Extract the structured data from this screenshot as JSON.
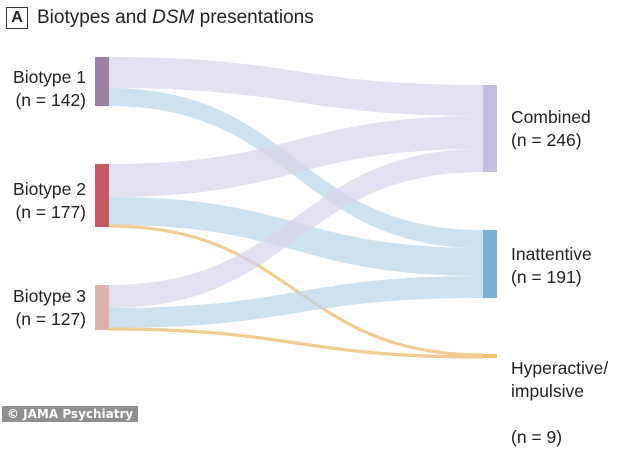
{
  "panel": {
    "letter": "A",
    "title_main": "Biotypes and",
    "title_italic": "DSM",
    "title_rest": "presentations"
  },
  "nodes_left": [
    {
      "id": "b1",
      "name": "Biotype 1",
      "count_label": "(n = 142)",
      "color": "#9a7fa6"
    },
    {
      "id": "b2",
      "name": "Biotype 2",
      "count_label": "(n = 177)",
      "color": "#c65a64"
    },
    {
      "id": "b3",
      "name": "Biotype 3",
      "count_label": "(n = 127)",
      "color": "#dcb2ac"
    }
  ],
  "nodes_right": [
    {
      "id": "combined",
      "name": "Combined",
      "count_label": "(n = 246)",
      "color": "#c2bedf"
    },
    {
      "id": "inattentive",
      "name": "Inattentive",
      "count_label": "(n = 191)",
      "color": "#7cb1d6"
    },
    {
      "id": "hyperactive",
      "name": "Hyperactive/\nimpulsive",
      "count_label": "(n = 9)",
      "color": "#f0c070"
    }
  ],
  "flow_colors": {
    "combined": "#d8d4ec",
    "inattentive": "#b9d7ea",
    "hyperactive": "#f1c98c"
  },
  "credit": "© JAMA Psychiatry"
}
